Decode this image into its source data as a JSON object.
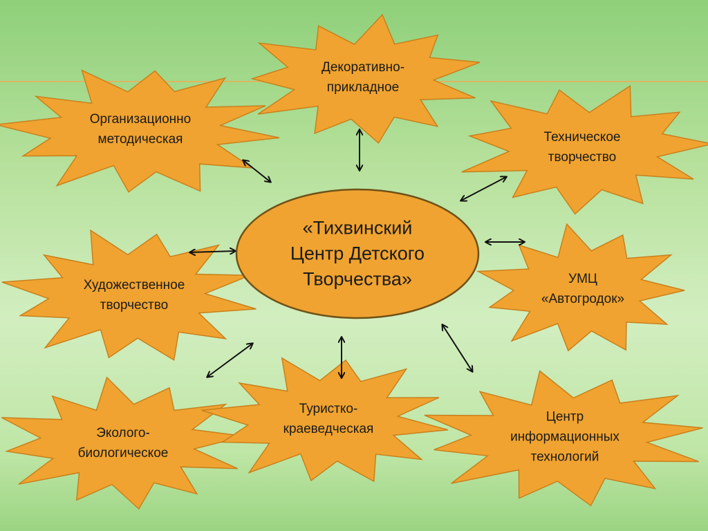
{
  "colors": {
    "burst_fill": "#f0a330",
    "burst_stroke": "#c8801c",
    "ellipse_fill": "#f0a330",
    "ellipse_stroke": "#6f5218",
    "arrow": "#111111"
  },
  "center": {
    "label": "«Тихвинский\nЦентр Детского\nТворчества»"
  },
  "nodes": [
    {
      "id": "dekor",
      "label": "Декоративно-\nприкладное"
    },
    {
      "id": "org",
      "label": "Организационно\nметодическая"
    },
    {
      "id": "tech",
      "label": "Техническое\nтворчество"
    },
    {
      "id": "hud",
      "label": "Художественное\nтворчество"
    },
    {
      "id": "umc",
      "label": "УМЦ\n«Автогродок»"
    },
    {
      "id": "eko",
      "label": "Эколого-\nбиологическое"
    },
    {
      "id": "tur",
      "label": "Туристко-\nкраеведческая"
    },
    {
      "id": "it",
      "label": "Центр\nинформационных\nтехнологий"
    }
  ]
}
